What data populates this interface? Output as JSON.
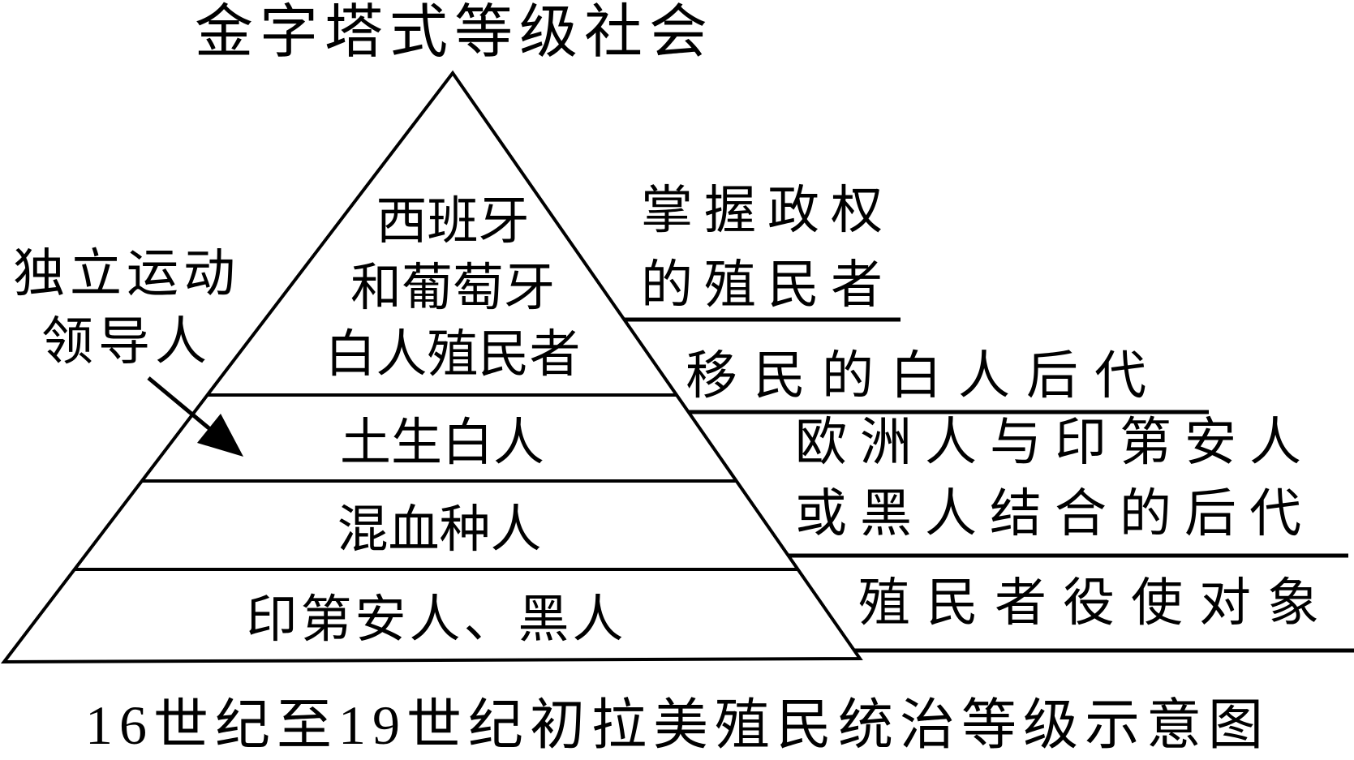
{
  "colors": {
    "ink": "#000000",
    "paper": "#ffffff"
  },
  "title": "金字塔式等级社会",
  "caption": "16世纪至19世纪初拉美殖民统治等级示意图",
  "left_annotation": {
    "line1": "独立运动",
    "line2": "领导人",
    "points_to": "土生白人"
  },
  "pyramid": {
    "levels": [
      {
        "rank": 1,
        "lines": [
          "西班牙",
          "和葡萄牙",
          "白人殖民者"
        ],
        "right_note_lines": [
          "掌握政权",
          "的殖民者"
        ]
      },
      {
        "rank": 2,
        "lines": [
          "土生白人"
        ],
        "right_note_lines": [
          "移民的白人后代"
        ]
      },
      {
        "rank": 3,
        "lines": [
          "混血种人"
        ],
        "right_note_lines": [
          "欧洲人与印第安人",
          "或黑人结合的后代"
        ]
      },
      {
        "rank": 4,
        "lines": [
          "印第安人、黑人"
        ],
        "right_note_lines": [
          "殖民者役使对象"
        ]
      }
    ]
  }
}
